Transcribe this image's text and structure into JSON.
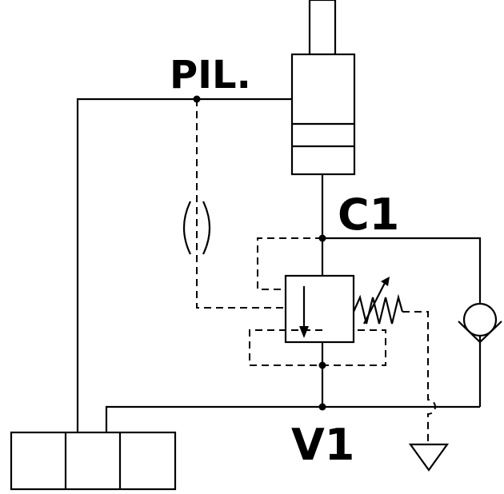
{
  "diagram": {
    "type": "hydraulic-schematic",
    "labels": {
      "pilot": "PIL.",
      "cylinder_port": "C1",
      "valve_port": "V1"
    },
    "colors": {
      "line": "#000000",
      "background": "#ffffff"
    },
    "icons": [
      "cylinder",
      "orifice",
      "relief-valve",
      "spring",
      "check-valve",
      "tank",
      "directional-valve"
    ]
  }
}
